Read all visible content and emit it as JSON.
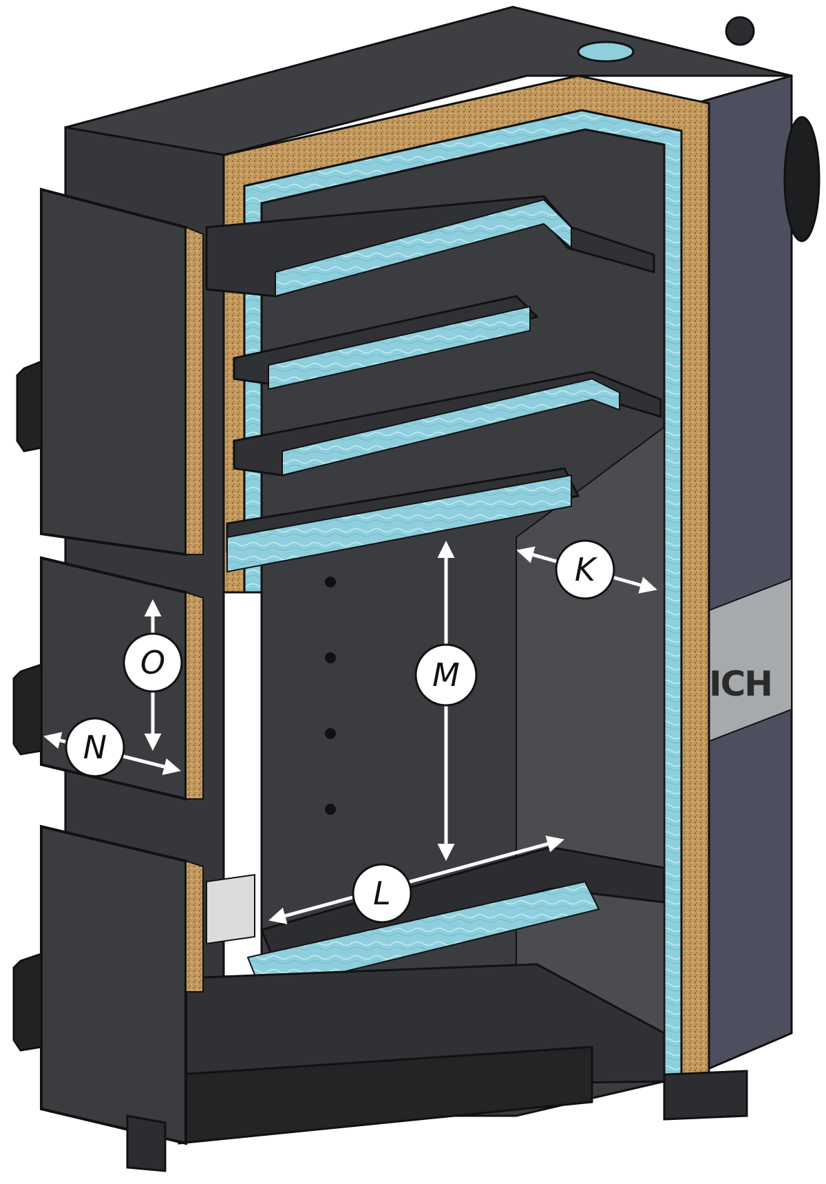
{
  "diagram": {
    "brand_text": "ICH",
    "dimensions": [
      {
        "id": "K",
        "label": "K"
      },
      {
        "id": "L",
        "label": "L"
      },
      {
        "id": "M",
        "label": "M"
      },
      {
        "id": "N",
        "label": "N"
      },
      {
        "id": "O",
        "label": "O"
      }
    ]
  },
  "colors": {
    "steel_dark": "#3a3c3f",
    "steel_mid": "#4a4c50",
    "steel_light": "#5a5c61",
    "side_panel": "#4d4f5e",
    "insulation_wool": "#c49a5e",
    "water_jacket": "#8fcfdd",
    "outline": "#111111",
    "badge_fill": "#ffffff",
    "brand_plate": "#a7aaac"
  }
}
